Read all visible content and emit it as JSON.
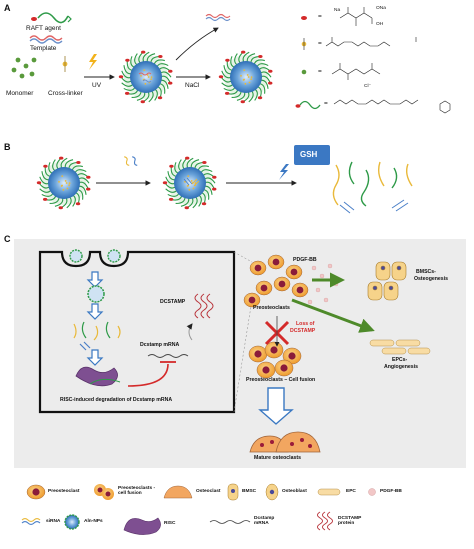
{
  "panels": {
    "a": {
      "letter": "A",
      "labels": {
        "raft_agent": "RAFT agent",
        "template": "Template",
        "uv": "UV",
        "nacl": "NaCl",
        "monomer": "Monomer",
        "crosslinker": "Cross-linker",
        "chem_na1": "ONa",
        "chem_na2": "Na",
        "chem_oh": "OH",
        "chem_cl": "Cl⁻",
        "chem_eq": "="
      }
    },
    "b": {
      "letter": "B",
      "labels": {
        "gsh": "GSH"
      }
    },
    "c": {
      "letter": "C",
      "labels": {
        "dcstamp": "DCSTAMP",
        "dcstamp_mrna": "Dcstamp mRNA",
        "risc_degradation": "RISC-induced degradation of Dcstamp mRNA",
        "pdgf_bb": "PDGF-BB",
        "preosteoclasts": "Preosteoclasts",
        "loss_of": "Loss of",
        "loss_dcstamp": "DCSTAMP",
        "bmscs_osteogenesis_1": "BMSCs-",
        "bmscs_osteogenesis_2": "Osteogenesis",
        "epcs_angiogenesis_1": "EPCs-",
        "epcs_angiogenesis_2": "Angiogenesis",
        "cell_fusion": "Preosteoclasts – Cell fusion",
        "mature_osteoclasts": "Mature osteoclasts"
      }
    }
  },
  "legend": {
    "row1": [
      {
        "label": "Preosteoclast",
        "icon": "preosteoclast-icon"
      },
      {
        "label": "Preosteoclasts -cell fusion",
        "icon": "cell-fusion-icon"
      },
      {
        "label": "Osteoclast",
        "icon": "osteoclast-icon"
      },
      {
        "label": "BMSC",
        "icon": "bmsc-icon"
      },
      {
        "label": "Osteoblast",
        "icon": "osteoblast-icon"
      },
      {
        "label": "EPC",
        "icon": "epc-icon"
      },
      {
        "label": "PDGF-BB",
        "icon": "pdgf-bb-icon"
      }
    ],
    "row2": [
      {
        "label": "siRNA",
        "icon": "sirna-icon"
      },
      {
        "label": "Aln-NPs",
        "icon": "aln-nps-icon"
      },
      {
        "label": "RISC",
        "icon": "risc-icon"
      },
      {
        "label": "Dcstamp mRNA",
        "icon": "mrna-icon"
      },
      {
        "label": "DCSTAMP protein",
        "icon": "dcstamp-protein-icon"
      }
    ]
  },
  "colors": {
    "nanoparticle_core": "#2f6fb7",
    "polymer_shell": "#2e9a48",
    "arrow_green": "#4e8a2a",
    "arrow_blue": "#3a78c2",
    "inhibit_red": "#d42a2a",
    "cell_fill": "#f0a33c",
    "nucleus": "#8a1b3a",
    "panel_bg": "#ececec"
  }
}
